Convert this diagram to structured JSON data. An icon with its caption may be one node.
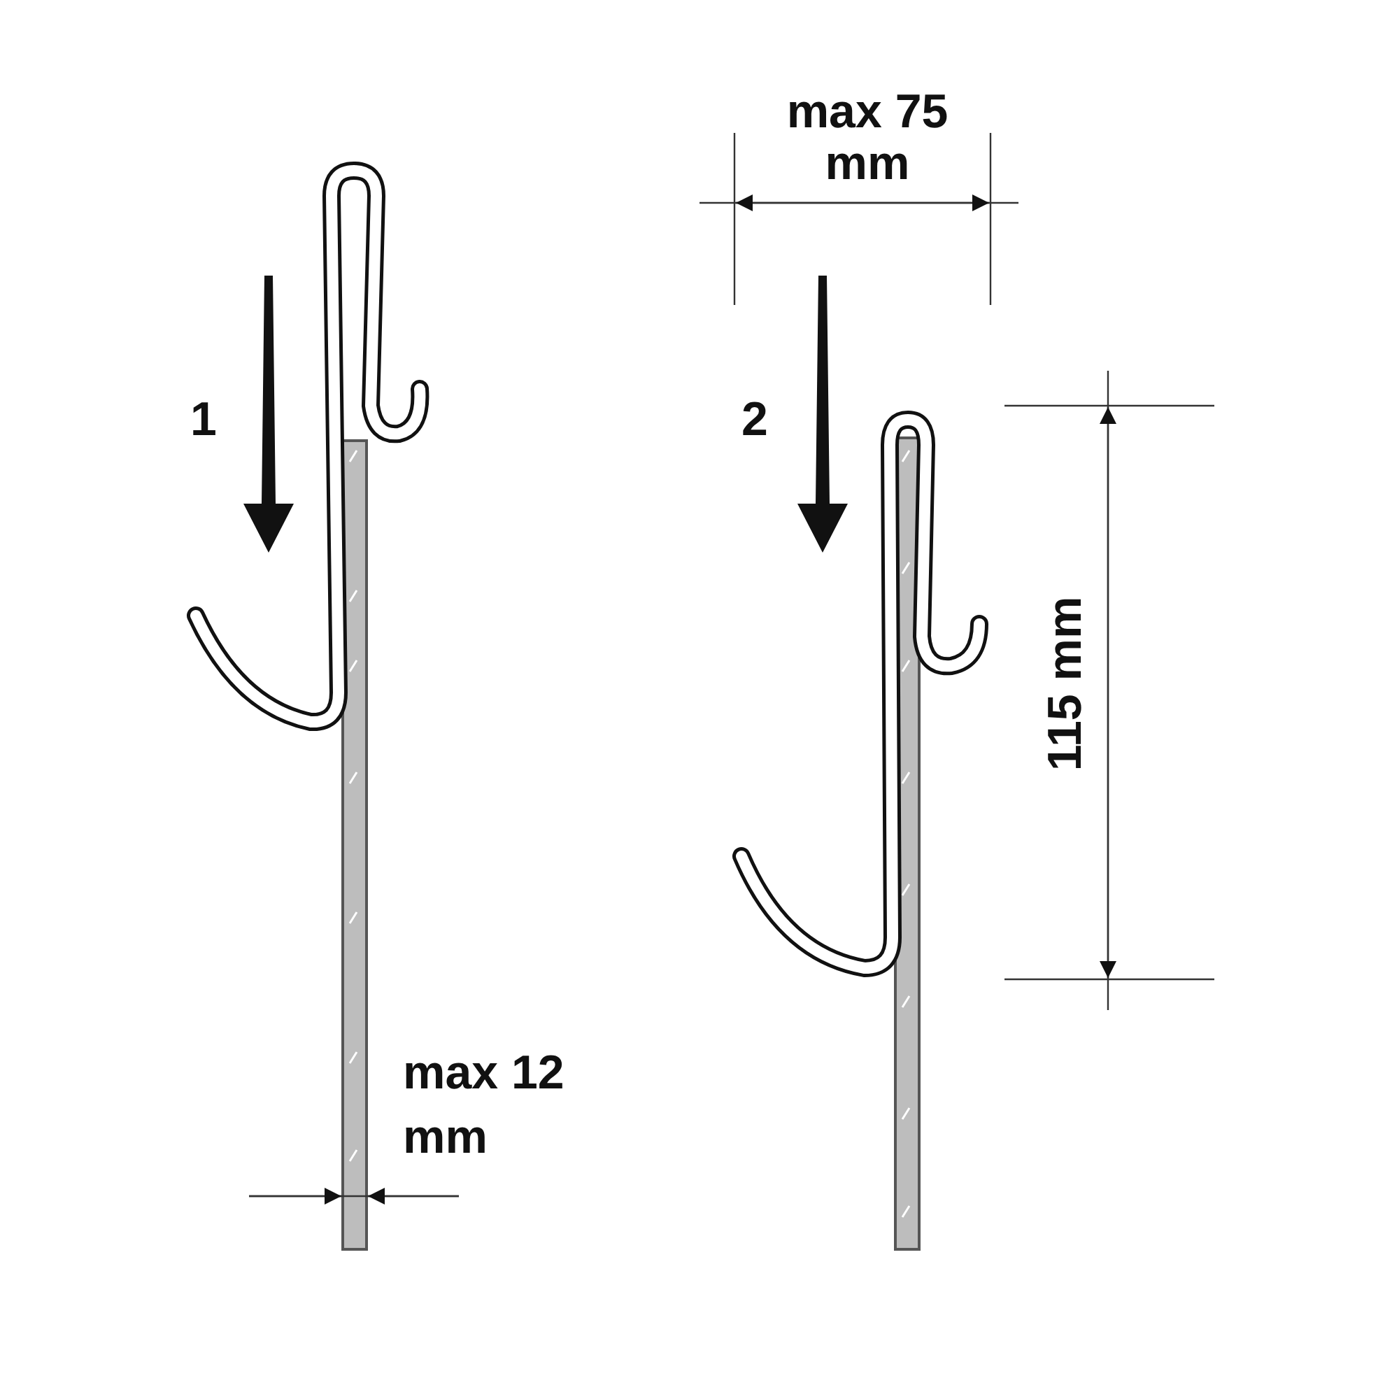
{
  "diagram": {
    "labels": [
      "max 75 mm",
      "1",
      "2",
      "115 mm",
      "max 12 mm"
    ]
  }
}
